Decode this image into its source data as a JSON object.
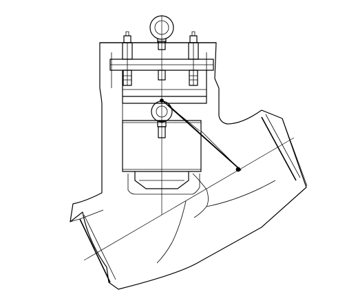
{
  "drawing": {
    "subject": "swing-check-valve-cross-section",
    "colors": {
      "line": "#000000",
      "background": "#ffffff"
    },
    "parts": [
      "lifting-eye-bolt",
      "bonnet-cover",
      "cover-stud-bolts",
      "valve-body",
      "disc-hinge-eye",
      "swing-arm",
      "valve-disc",
      "inlet-end",
      "outlet-end",
      "bore-centerline"
    ]
  }
}
